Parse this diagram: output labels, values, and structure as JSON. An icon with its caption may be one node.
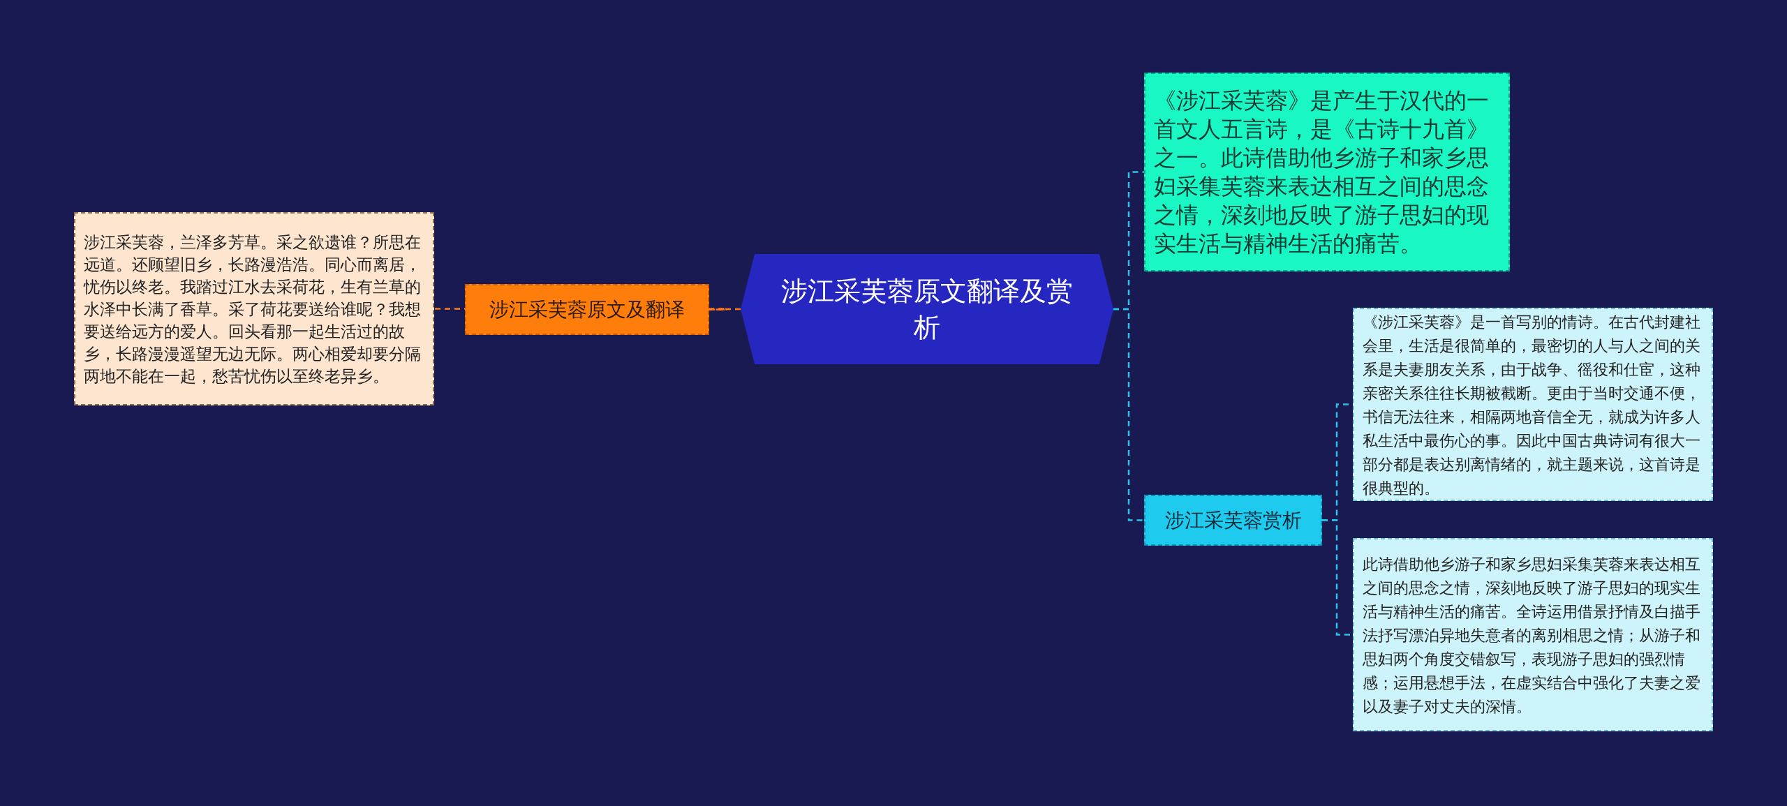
{
  "diagram": {
    "nodes": [
      {
        "text": [
          "涉江采芙蓉原文翻译及赏析"
        ]
      },
      {
        "text": [
          "涉江采芙蓉原文及翻译"
        ]
      },
      {
        "text": [
          "涉江采芙蓉，兰泽多芳草。采之欲遗谁？所思在远道。还顾望旧乡，长路漫浩浩。同心而离居，忧伤以终老。我踏过江水去采荷花，生有兰草的水泽中长满了香草。采了荷花要送给谁呢？我想要送给远方的爱人。回头看那一起生活过的故乡，长路漫漫遥望无边无际。两心相爱却要分隔两地不能在一起，愁苦忧伤以至终老异乡。"
        ]
      },
      {
        "text": [
          "《涉江采芙蓉》是产生于汉代的一首文人五言诗，是《古诗十九首》之一。此诗借助他乡游子和家乡思妇采集芙蓉来表达相互之间的思念之情，深刻地反映了游子思妇的现实生活与精神生活的痛苦。"
        ]
      },
      {
        "text": [
          "涉江采芙蓉赏析"
        ]
      },
      {
        "text": [
          "《涉江采芙蓉》是一首写别的情诗。在古代封建社会里，生活是很简单的，最密切的人与人之间的关系是夫妻朋友关系，由于战争、徭役和仕宦，这种亲密关系往往长期被截断。更由于当时交通不便，书信无法往来，相隔两地音信全无，就成为许多人私生活中最伤心的事。因此中国古典诗词有很大一部分都是表达别离情绪的，就主题来说，这首诗是很典型的。"
        ]
      },
      {
        "text": [
          "此诗借助他乡游子和家乡思妇采集芙蓉来表达相互之间的思念之情，深刻地反映了游子思妇的现实生活与精神生活的痛苦。全诗运用借景抒情及白描手法抒写漂泊异地失意者的离别相思之情；从游子和思妇两个角度交错叙写，表现游子思妇的强烈情感；运用悬想手法，在虚实结合中强化了夫妻之爱以及妻子对丈夫的深情。"
        ]
      }
    ],
    "edges": [
      {
        "from": 0,
        "to": 1,
        "arrow": "none",
        "color": "#ff7a14"
      },
      {
        "from": 1,
        "to": 2,
        "arrow": "none",
        "color": "#ff7a14"
      },
      {
        "from": 0,
        "to": 3,
        "arrow": "none"
      },
      {
        "from": 0,
        "to": 4,
        "arrow": "none"
      },
      {
        "from": 4,
        "to": 5,
        "arrow": "none"
      },
      {
        "from": 4,
        "to": 6,
        "arrow": "none"
      }
    ]
  }
}
